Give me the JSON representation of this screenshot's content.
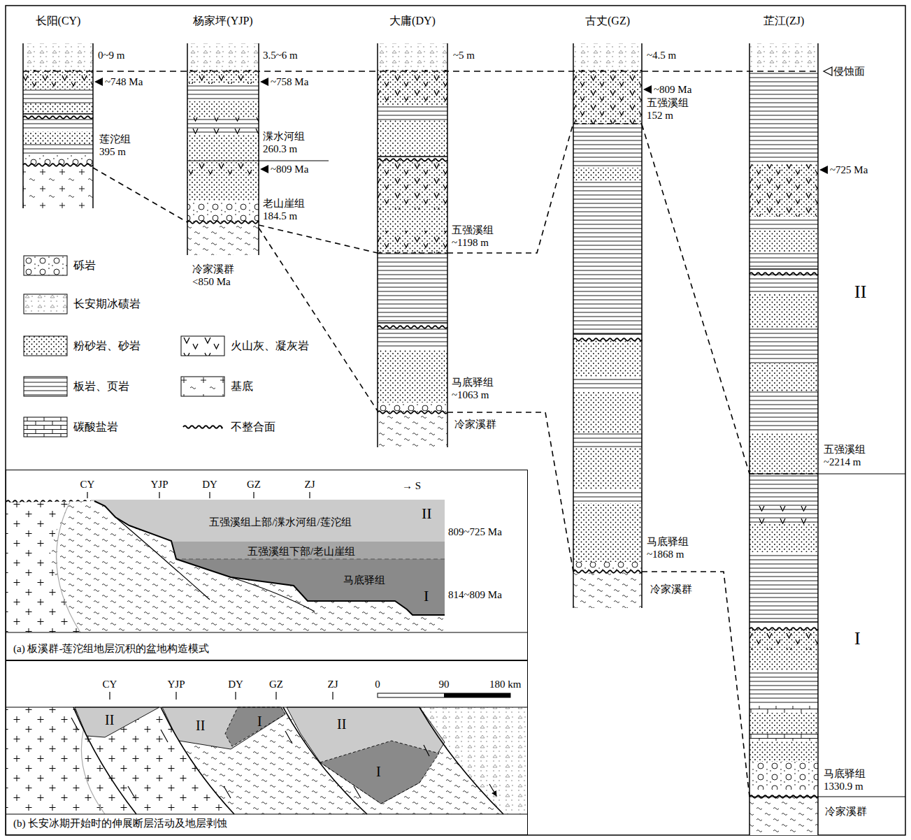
{
  "diagram": {
    "nodes": [
      {
        "text": [
          "长阳(CY)"
        ]
      },
      {
        "text": [
          "杨家坪(YJP)"
        ]
      },
      {
        "text": [
          "大庸(DY)"
        ]
      },
      {
        "text": [
          "古丈(GZ)"
        ]
      },
      {
        "text": [
          "芷江(ZJ)"
        ]
      },
      {
        "text": [
          "(a) 板溪群-莲沱组地层沉积的盆地构造模式"
        ]
      },
      {
        "text": [
          "五强溪组上部/渫水河组/莲沱组"
        ],
        "in": 5
      },
      {
        "text": [
          "五强溪组下部/老山崖组"
        ],
        "in": 5
      },
      {
        "text": [
          "马底驿组"
        ],
        "in": 5
      },
      {
        "text": [
          "(b) 长安冰期开始时的伸展断层活动及地层剥蚀"
        ]
      }
    ],
    "edges": [
      {
        "from": 0,
        "to": 1,
        "arrow": "none"
      },
      {
        "from": 1,
        "to": 2,
        "arrow": "none"
      },
      {
        "from": 1,
        "to": 2,
        "arrow": "none"
      },
      {
        "from": 2,
        "to": 3,
        "arrow": "none"
      },
      {
        "from": 2,
        "to": 3,
        "arrow": "none"
      },
      {
        "from": 3,
        "to": 4,
        "arrow": "none"
      },
      {
        "from": 3,
        "to": 4,
        "arrow": "none"
      }
    ],
    "labels": [
      "0~9 m",
      "~748 Ma",
      "莲沱组 395 m",
      "3.5~6 m",
      "~758 Ma",
      "渫水河组 260.3 m",
      "~809 Ma",
      "老山崖组 184.5 m",
      "冷家溪群 <850 Ma",
      "~5 m",
      "五强溪组 ~1198 m",
      "马底驿组 ~1063 m",
      "冷家溪群",
      "~4.5 m",
      "~809 Ma",
      "五强溪组 152 m",
      "马底驿组 ~1868 m",
      "冷家溪群",
      "侵蚀面",
      "~725 Ma",
      "II",
      "五强溪组 ~2214 m",
      "I",
      "马底驿组 1330.9 m",
      "冷家溪群",
      "CY",
      "YJP",
      "DY",
      "GZ",
      "ZJ",
      "→ S",
      "II",
      "809~725 Ma",
      "I",
      "814~809 Ma",
      "CY",
      "YJP",
      "DY",
      "GZ",
      "ZJ",
      "0",
      "90",
      "180 km",
      "II",
      "II",
      "I",
      "II",
      "I"
    ],
    "legend": [
      {
        "text": "砾岩"
      },
      {
        "text": "长安期冰碛岩"
      },
      {
        "text": "粉砂岩、砂岩"
      },
      {
        "text": "板岩、页岩"
      },
      {
        "text": "碳酸盐岩"
      },
      {
        "text": "火山灰、凝灰岩"
      },
      {
        "text": "基底"
      },
      {
        "text": "不整合面"
      }
    ]
  }
}
